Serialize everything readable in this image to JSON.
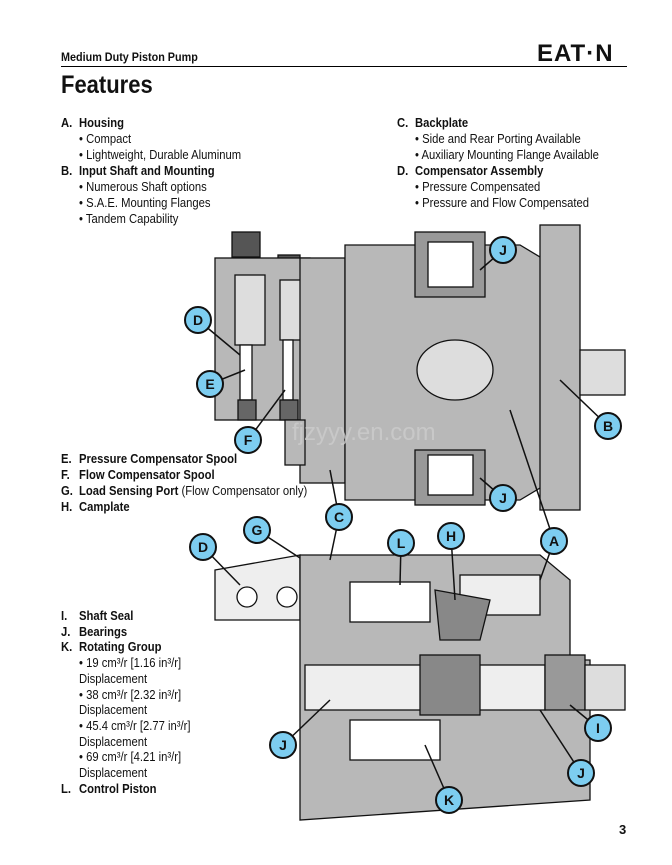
{
  "header": {
    "doc_title": "Medium Duty Piston Pump",
    "brand": "EAT·N"
  },
  "page_title": "Features",
  "left_top": [
    {
      "letter": "A.",
      "label": "Housing",
      "items": [
        "Compact",
        "Lightweight, Durable Aluminum"
      ]
    },
    {
      "letter": "B.",
      "label": "Input Shaft and Mounting",
      "items": [
        "Numerous Shaft options",
        "S.A.E. Mounting Flanges",
        "Tandem Capability"
      ]
    }
  ],
  "right_top": [
    {
      "letter": "C.",
      "label": "Backplate",
      "items": [
        "Side and Rear Porting Available",
        "Auxiliary Mounting Flange Available"
      ]
    },
    {
      "letter": "D.",
      "label": "Compensator Assembly",
      "items": [
        "Pressure Compensated",
        "Pressure and Flow Compensated"
      ]
    }
  ],
  "middle": [
    {
      "letter": "E.",
      "label": "Pressure Compensator Spool"
    },
    {
      "letter": "F.",
      "label": "Flow Compensator Spool"
    },
    {
      "letter": "G.",
      "label": "Load Sensing Port",
      "note": "(Flow Compensator only)"
    },
    {
      "letter": "H.",
      "label": "Camplate"
    }
  ],
  "bottom": {
    "I": {
      "letter": "I.",
      "label": "Shaft Seal"
    },
    "J": {
      "letter": "J.",
      "label": "Bearings"
    },
    "K": {
      "letter": "K.",
      "label": "Rotating Group",
      "items": [
        {
          "value": "• 19 cm³/r [1.16 in³/r]",
          "suffix": "Displacement"
        },
        {
          "value": "• 38 cm³/r [2.32 in³/r]",
          "suffix": "Displacement"
        },
        {
          "value": "• 45.4 cm³/r [2.77 in³/r]",
          "suffix": "Displacement"
        },
        {
          "value": "• 69 cm³/r [4.21 in³/r]",
          "suffix": "Displacement"
        }
      ]
    },
    "L": {
      "letter": "L.",
      "label": "Control Piston"
    }
  },
  "callouts": {
    "A": "A",
    "B": "B",
    "C": "C",
    "D": "D",
    "E": "E",
    "F": "F",
    "G": "G",
    "H": "H",
    "I": "I",
    "J": "J",
    "K": "K",
    "L": "L"
  },
  "watermark": "fjzyyy.en.com",
  "page_number": "3",
  "colors": {
    "callout": "#7dcdf0",
    "housing": "#b8b8b8"
  }
}
